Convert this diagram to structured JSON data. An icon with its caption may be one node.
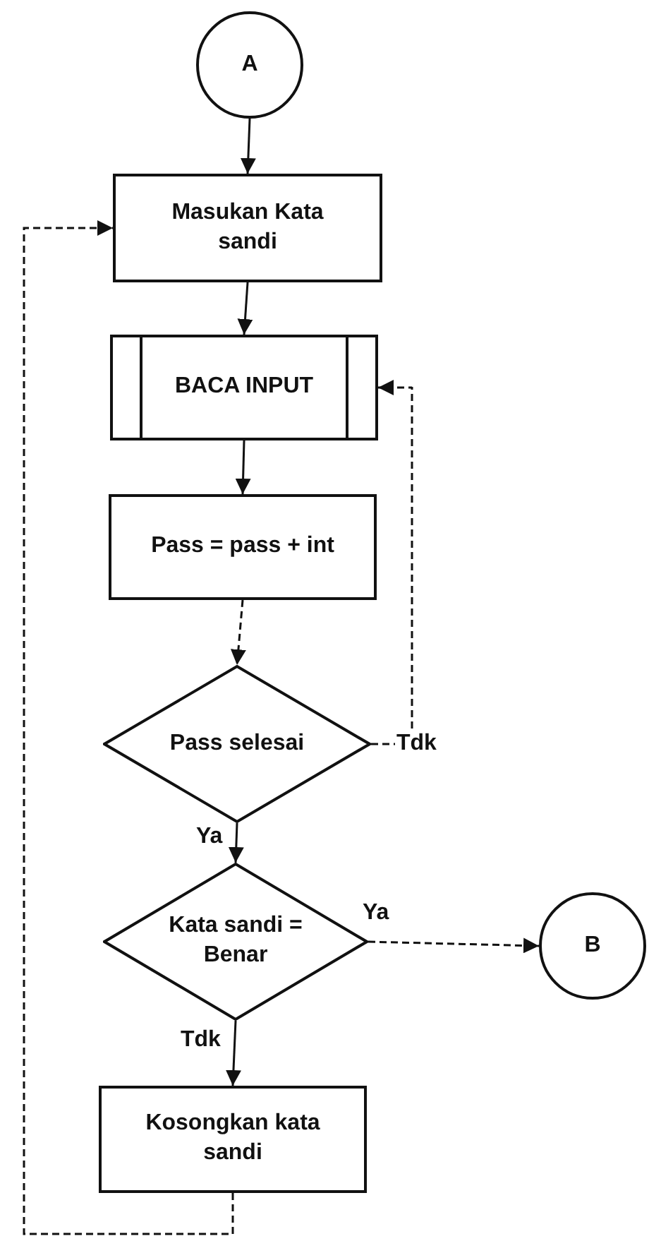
{
  "diagram": {
    "nodes": [
      {
        "text": [
          "A"
        ]
      },
      {
        "text": [
          "Masukan Kata sandi"
        ]
      },
      {
        "text": [
          "BACA INPUT"
        ]
      },
      {
        "text": [
          "Pass = pass + int"
        ]
      },
      {
        "text": [
          "Pass selesai"
        ]
      },
      {
        "text": [
          "Kata sandi = Benar"
        ]
      },
      {
        "text": [
          "B"
        ]
      },
      {
        "text": [
          "Kosongkan kata sandi"
        ]
      }
    ],
    "edges": [
      {
        "from": 0,
        "to": 1,
        "arrow": "to"
      },
      {
        "from": 1,
        "to": 2,
        "arrow": "to"
      },
      {
        "from": 2,
        "to": 3,
        "arrow": "to"
      },
      {
        "from": 3,
        "to": 4,
        "arrow": "to",
        "style": "dashed"
      },
      {
        "from": 4,
        "to": 2,
        "arrow": "to",
        "label": "Tdk",
        "style": "dashed"
      },
      {
        "from": 4,
        "to": 5,
        "arrow": "to",
        "label": "Ya"
      },
      {
        "from": 5,
        "to": 6,
        "arrow": "to",
        "label": "Ya",
        "style": "dashed"
      },
      {
        "from": 5,
        "to": 7,
        "arrow": "to",
        "label": "Tdk"
      },
      {
        "from": 7,
        "to": 1,
        "arrow": "to",
        "style": "dashed"
      }
    ]
  }
}
